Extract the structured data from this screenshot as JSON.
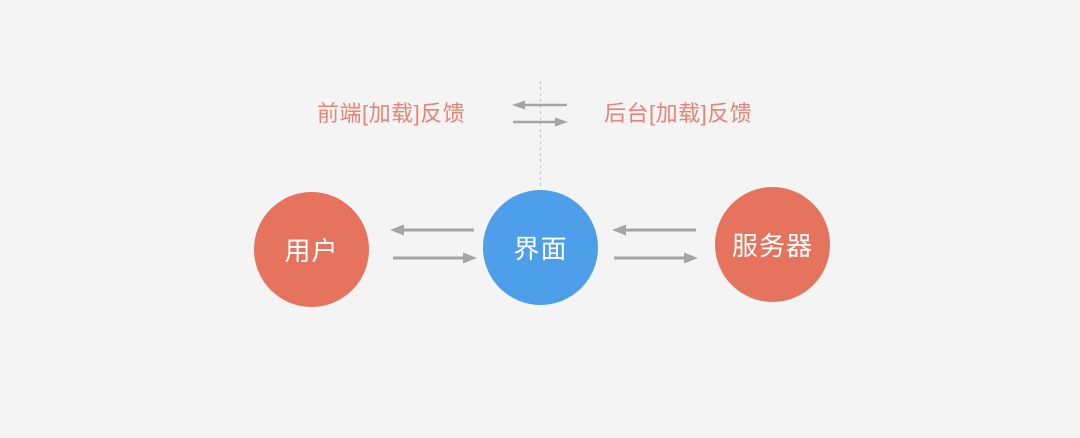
{
  "canvas": {
    "background": "#f4f4f4"
  },
  "colors": {
    "coral": "#e5735e",
    "blue": "#4d9fe9",
    "arrow_gray": "#a5a5a5",
    "dashed_gray": "#c9c9c9",
    "label_text": "#ec8272",
    "node_text": "#ffffff"
  },
  "diagram": {
    "top_labels": {
      "left": "前端[加载]反馈",
      "right": "后台[加载]反馈"
    },
    "nodes": [
      {
        "id": "user",
        "label": "用户",
        "color": "#e5735e"
      },
      {
        "id": "interface",
        "label": "界面",
        "color": "#4d9fe9"
      },
      {
        "id": "server",
        "label": "服务器",
        "color": "#e5735e"
      }
    ],
    "connections": [
      {
        "between": [
          "用户",
          "界面"
        ],
        "type": "bidirectional"
      },
      {
        "between": [
          "界面",
          "服务器"
        ],
        "type": "bidirectional"
      },
      {
        "between": [
          "前端[加载]反馈",
          "后台[加载]反馈"
        ],
        "type": "bidirectional"
      }
    ]
  }
}
